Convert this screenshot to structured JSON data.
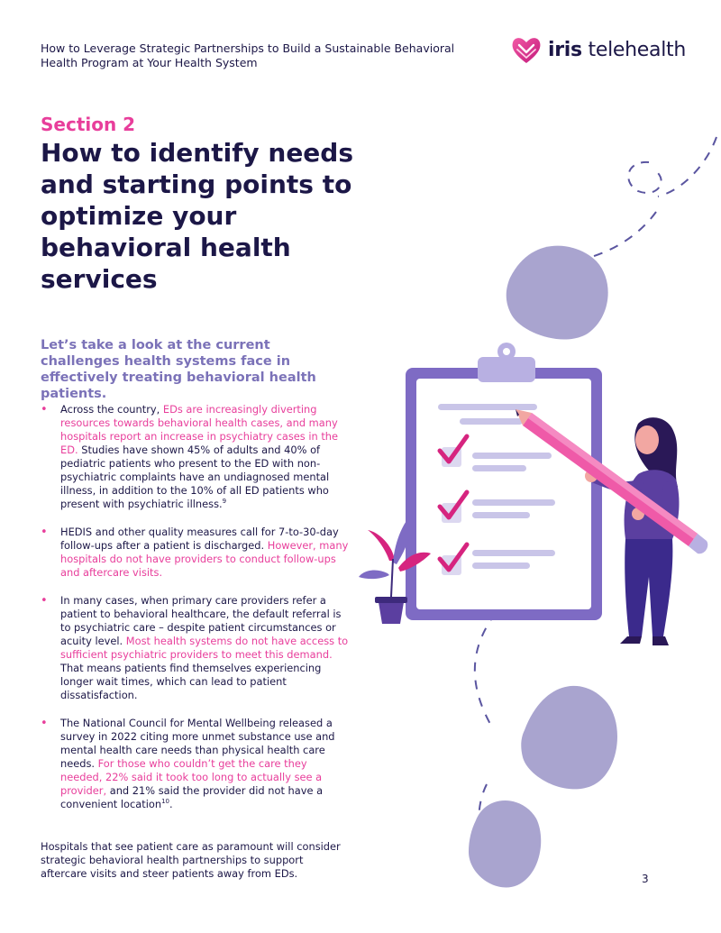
{
  "header": {
    "title": "How to Leverage Strategic Partnerships to Build a Sustainable Behavioral Health Program at Your Health System",
    "logo_icon": "heart-hands-icon",
    "logo_bold": "iris",
    "logo_rest": " telehealth"
  },
  "section": {
    "label": "Section 2",
    "title": "How to identify needs and starting points to optimize your behavioral health services"
  },
  "intro": "Let’s take a look at the current challenges health systems face in effectively treating behavioral health patients.",
  "bullets": [
    {
      "t1": "Across the country, ",
      "h1": "EDs are increasingly diverting resources towards behavioral health cases, and many hospitals report an increase in psychiatry cases in the ED.",
      "t2": " Studies have shown 45% of adults and 40% of pediatric patients who present to the ED with non-psychiatric complaints have an undiagnosed mental illness, in addition to the 10% of all ED patients who present with psychiatric illness.",
      "sup": "9"
    },
    {
      "t1": "HEDIS and other quality measures call for 7-to-30-day follow-ups after a patient is discharged. ",
      "h1": "However, many hospitals do not have providers to conduct follow-ups and aftercare visits."
    },
    {
      "t1": "In many cases, when primary care providers refer a patient to behavioral healthcare, the default referral is to psychiatric care – despite patient circumstances or acuity level. ",
      "h1": "Most health systems do not have access to sufficient psychiatric providers to meet this demand.",
      "t2": " That means patients find themselves experiencing longer wait times, which can lead to patient dissatisfaction."
    },
    {
      "t1": "The National Council for Mental Wellbeing released a survey in 2022 citing more unmet substance use and mental health care needs than physical health care needs. ",
      "h1": "For those who couldn’t get the care they needed, 22% said it took too long to actually see a provider,",
      "t2": " and 21% said the provider did not have a convenient location",
      "sup": "10",
      "t3": "."
    }
  ],
  "closing": "Hospitals that see patient care as paramount will consider strategic behavioral health partnerships to support aftercare visits and steer patients away from EDs.",
  "page_number": "3",
  "colors": {
    "navy": "#1c1747",
    "pink": "#e83e9b",
    "lavender": "#7b72b8",
    "blob": "#a9a4cf",
    "clipboard": "#7e6bc4"
  },
  "illustration": {
    "icons": [
      "clipboard-icon",
      "checkmark-icon",
      "pencil-icon",
      "woman-figure-icon",
      "plant-icon",
      "blob-shape-icon",
      "dashed-path-icon"
    ]
  }
}
